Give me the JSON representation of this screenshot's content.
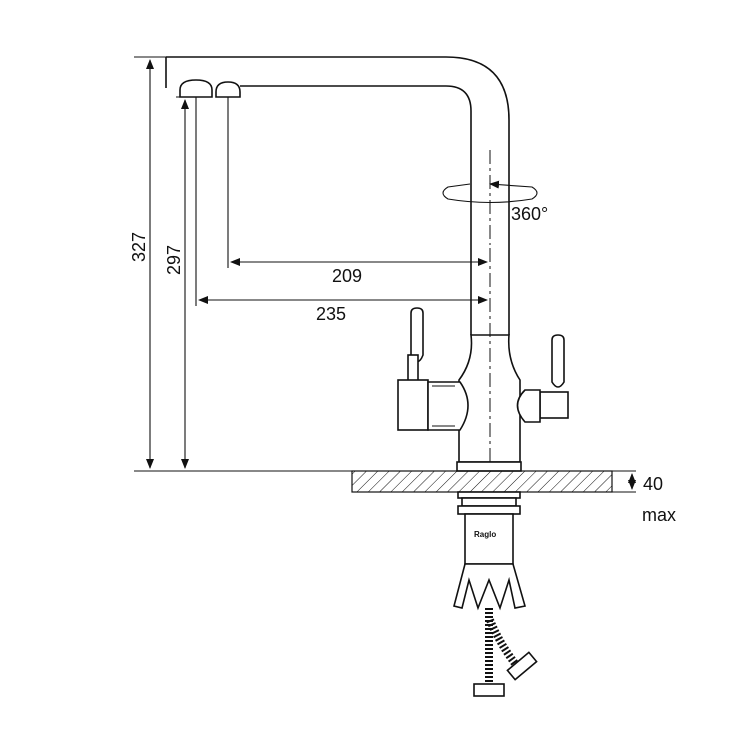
{
  "dimensions": {
    "total_height": "327",
    "spout_height": "297",
    "reach_short": "209",
    "reach_long": "235",
    "rotation": "360°",
    "counter_thickness": "40",
    "counter_thickness_unit": "max"
  },
  "brand": "Raglo",
  "colors": {
    "line": "#111111",
    "background": "#ffffff"
  },
  "icons": {
    "rotation_arrow": "rotation-arrow-icon"
  }
}
